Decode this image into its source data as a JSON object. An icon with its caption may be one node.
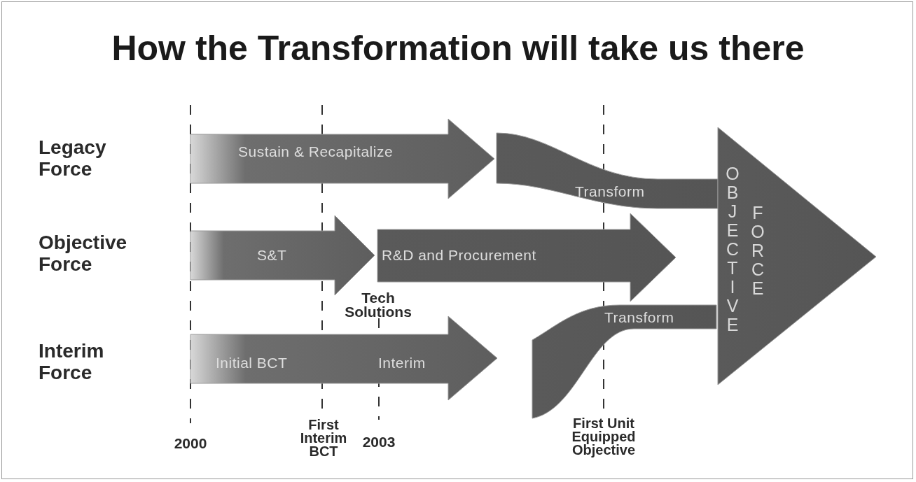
{
  "diagram": {
    "title": "How the Transformation will take us there",
    "nodes": [
      {
        "text": [
          "Sustain & Recapitalize"
        ]
      },
      {
        "text": [
          "S&T"
        ]
      },
      {
        "text": [
          "R&D and Procurement"
        ]
      },
      {
        "text": [
          "Initial BCT",
          "Interim"
        ]
      },
      {
        "text": [
          "Transform"
        ]
      },
      {
        "text": [
          "Transform"
        ]
      },
      {
        "text": [
          "OBJECTIVE",
          "FORCE"
        ]
      }
    ],
    "labels": [
      "Legacy Force",
      "Objective Force",
      "Tech Solutions",
      "Interim Force",
      "2000",
      "First Interim BCT",
      "2003",
      "First Unit Equipped Objective"
    ]
  }
}
